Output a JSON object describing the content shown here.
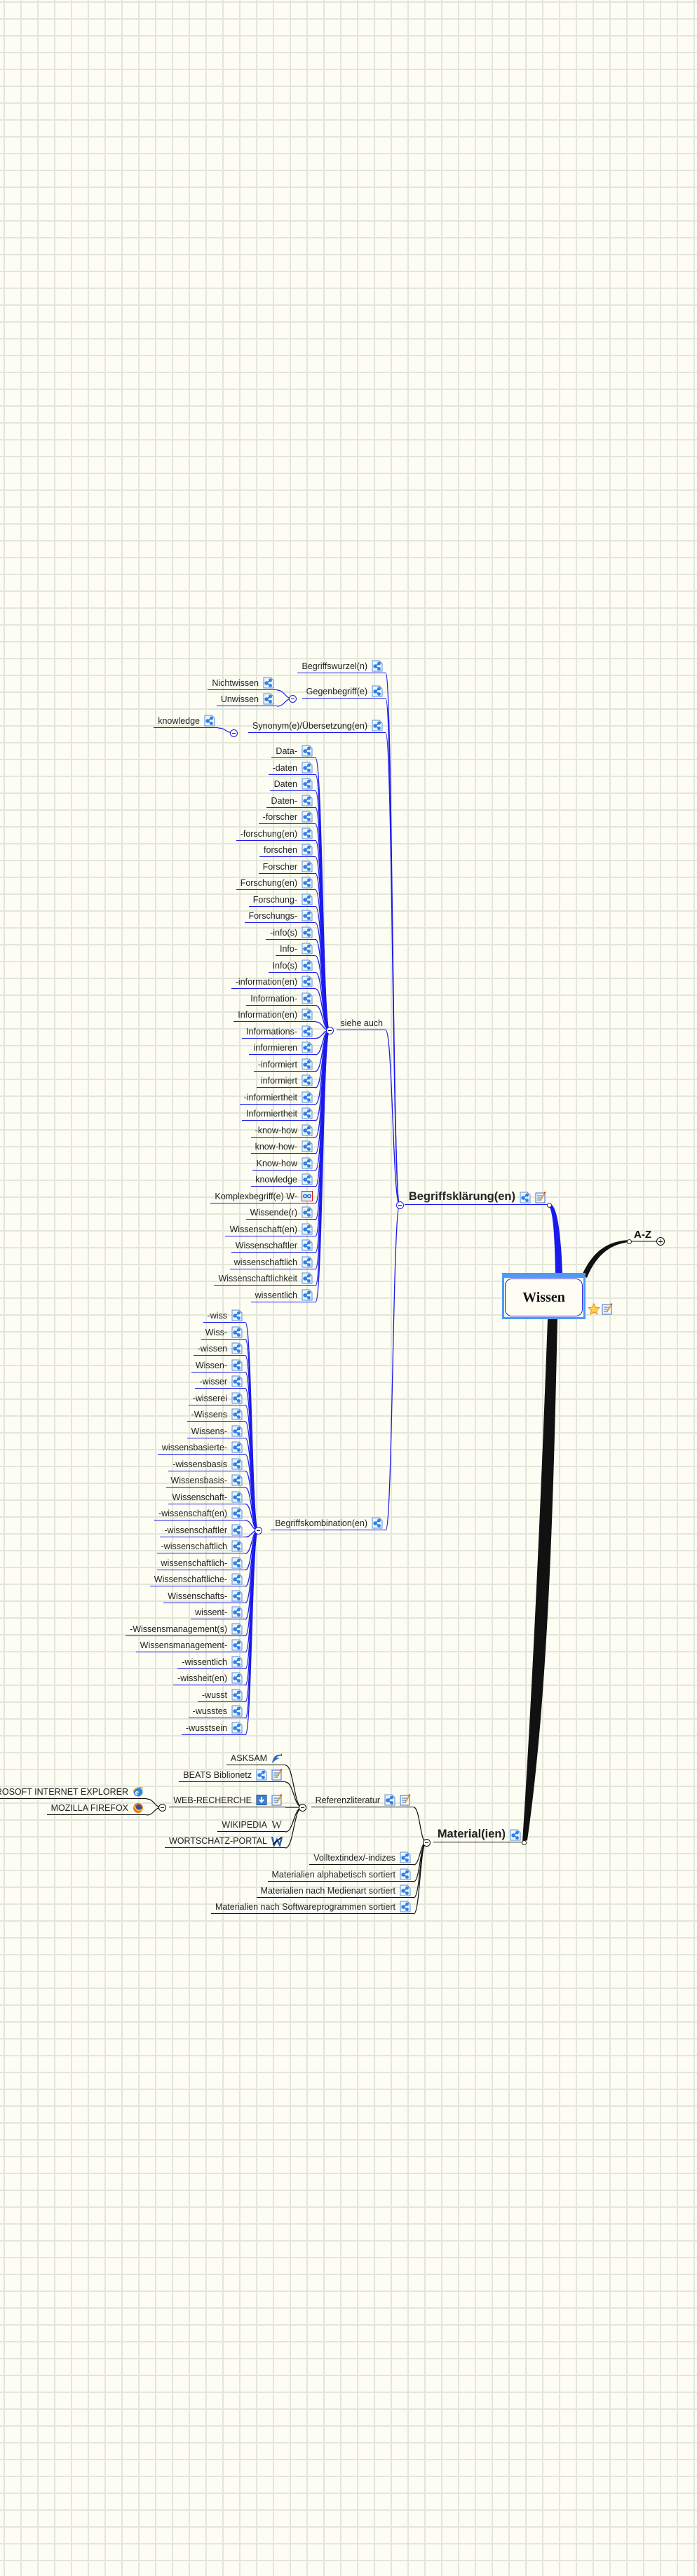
{
  "central": {
    "title": "Wissen",
    "icons": [
      "star-icon",
      "note-icon"
    ]
  },
  "az": {
    "label": "A-Z"
  },
  "begriffsklaerung": {
    "label": "Begriffsklärung(en)",
    "begriffswurzel": {
      "label": "Begriffswurzel(n)"
    },
    "gegenbegriff": {
      "label": "Gegenbegriff(e)",
      "children": [
        "Nichtwissen",
        "Unwissen"
      ]
    },
    "synonym": {
      "label": "Synonym(e)/Übersetzung(en)",
      "children": [
        "knowledge"
      ]
    },
    "siehe_auch": {
      "label": "siehe auch",
      "children": [
        "Data-",
        "-daten",
        "Daten",
        "Daten-",
        "-forscher",
        "-forschung(en)",
        "forschen",
        "Forscher",
        "Forschung(en)",
        "Forschung-",
        "Forschungs-",
        "-info(s)",
        "Info-",
        "Info(s)",
        "-information(en)",
        "Information-",
        "Information(en)",
        "Informations-",
        "informieren",
        "-informiert",
        "informiert",
        "-informiertheit",
        "Informiertheit",
        "-know-how",
        "know-how-",
        "Know-how",
        "knowledge",
        "Komplexbegriff(e) W-",
        "Wissende(r)",
        "Wissenschaft(en)",
        "Wissenschaftler",
        "wissenschaftlich",
        "Wissenschaftlichkeit",
        "wissentlich"
      ]
    },
    "begriffskombination": {
      "label": "Begriffskombination(en)",
      "children": [
        "-wiss",
        "Wiss-",
        "-wissen",
        "Wissen-",
        "-wisser",
        "-wisserei",
        "-Wissens",
        "Wissens-",
        "wissensbasierte-",
        "-wissensbasis",
        "Wissensbasis-",
        "Wissenschaft-",
        "-wissenschaft(en)",
        "-wissenschaftler",
        "-wissenschaftlich",
        "wissenschaftlich-",
        "Wissenschaftliche-",
        "Wissenschafts-",
        "wissent-",
        "-Wissensmanagement(s)",
        "Wissensmanagement-",
        "-wissentlich",
        "-wissheit(en)",
        "-wusst",
        "-wusstes",
        "-wusstsein"
      ]
    }
  },
  "material": {
    "label": "Material(ien)",
    "referenzliteratur": {
      "label": "Referenzliteratur",
      "asksam": "ASKSAM",
      "beats": "BEATS Biblionetz",
      "web_recherche": {
        "label": "WEB-RECHERCHE",
        "children": [
          "MICROSOFT INTERNET EXPLORER",
          "MOZILLA FIREFOX"
        ]
      },
      "wikipedia": "WIKIPEDIA",
      "wortschatz": "WORTSCHATZ-PORTAL"
    },
    "children": [
      "Volltextindex/-indizes",
      "Materialien alphabetisch sortiert",
      "Materialien nach Medienart sortiert",
      "Materialien nach Softwareprogrammen sortiert"
    ]
  },
  "colors": {
    "branch_blue": "#1a1aee",
    "branch_black": "#111111",
    "central_frame": "#4a9cf7",
    "background": "#fdfdf3"
  }
}
